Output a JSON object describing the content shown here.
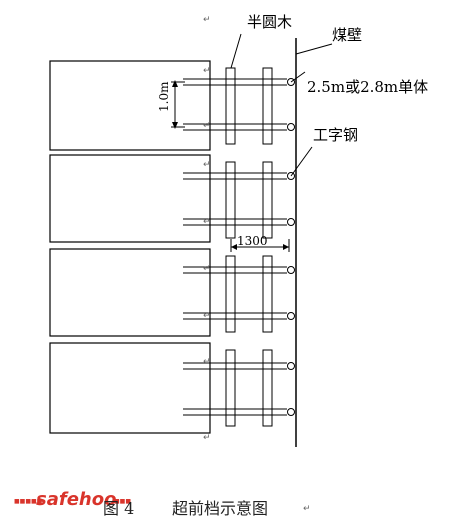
{
  "labels": {
    "half_round_wood": "半圆木",
    "coal_wall": "煤壁",
    "single_prop": "2.5m或2.8m单体",
    "i_beam": "工字钢",
    "spacing_1": "1.0m",
    "spacing_2": "1300"
  },
  "caption": {
    "figure_no": "图 4",
    "title": "超前档示意图"
  },
  "watermark": {
    "brand": "safehoo"
  },
  "colors": {
    "line": "#000000",
    "watermark_red": "#d9342b",
    "watermark_blue": "#2a5aa8"
  }
}
